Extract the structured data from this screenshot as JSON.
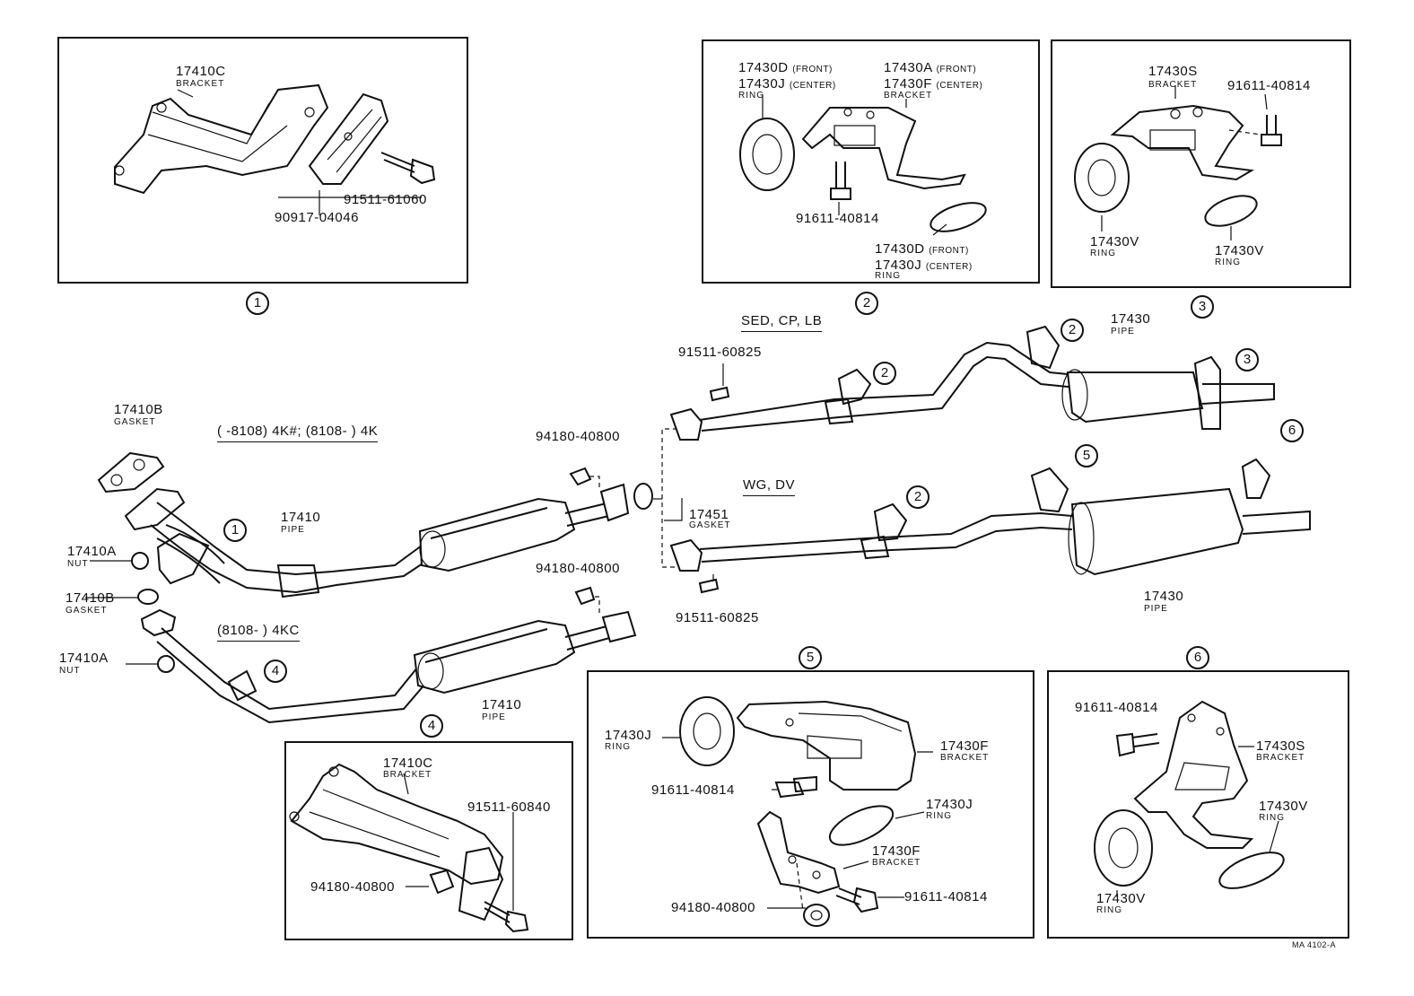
{
  "boxes": {
    "b1": {
      "index": "1",
      "labels": {
        "bracket_no": "17410C",
        "bracket_desc": "BRACKET",
        "bolt": "91511-61060",
        "cushion": "90917-04046"
      }
    },
    "b2": {
      "index": "2",
      "labels": {
        "ring_front": "17430D",
        "ring_front_tag": "(FRONT)",
        "ring_center": "17430J",
        "ring_center_tag": "(CENTER)",
        "ring_desc": "RING",
        "br_front": "17430A",
        "br_front_tag": "(FRONT)",
        "br_center": "17430F",
        "br_center_tag": "(CENTER)",
        "br_desc": "BRACKET",
        "bolt": "91611-40814",
        "ring2_front": "17430D",
        "ring2_front_tag": "(FRONT)",
        "ring2_center": "17430J",
        "ring2_center_tag": "(CENTER)",
        "ring2_desc": "RING"
      }
    },
    "b3": {
      "index": "3",
      "labels": {
        "bracket_no": "17430S",
        "bracket_desc": "BRACKET",
        "bolt": "91611-40814",
        "ring_l": "17430V",
        "ring_l_desc": "RING",
        "ring_r": "17430V",
        "ring_r_desc": "RING"
      }
    },
    "b4": {
      "index": "4",
      "labels": {
        "bracket_no": "17410C",
        "bracket_desc": "BRACKET",
        "bolt": "91511-60840",
        "nut": "94180-40800"
      }
    },
    "b5": {
      "index": "5",
      "labels": {
        "ring_top": "17430J",
        "ring_top_desc": "RING",
        "bracket_top": "17430F",
        "bracket_top_desc": "BRACKET",
        "bolt_top": "91611-40814",
        "ring_mid": "17430J",
        "ring_mid_desc": "RING",
        "bracket_bot": "17430F",
        "bracket_bot_desc": "BRACKET",
        "bolt_bot": "91611-40814",
        "nut": "94180-40800"
      }
    },
    "b6": {
      "index": "6",
      "labels": {
        "bolt": "91611-40814",
        "bracket_no": "17430S",
        "bracket_desc": "BRACKET",
        "ring_r": "17430V",
        "ring_r_desc": "RING",
        "ring_l": "17430V",
        "ring_l_desc": "RING"
      }
    }
  },
  "main": {
    "gasket_top": "17410B",
    "gasket_top_desc": "GASKET",
    "range_4k": "(        -8108) 4K#; (8108-          ) 4K",
    "nut_a": "17410A",
    "nut_a_desc": "NUT",
    "gasket_b": "17410B",
    "gasket_b_desc": "GASKET",
    "nut_a2": "17410A",
    "nut_a2_desc": "NUT",
    "pipe_a": "17410",
    "pipe_a_desc": "PIPE",
    "range_4kc": "(8108-          ) 4KC",
    "pipe_b": "17410",
    "pipe_b_desc": "PIPE",
    "nut_top": "94180-40800",
    "nut_mid": "94180-40800",
    "gasket_c": "17451",
    "gasket_c_desc": "GASKET",
    "variant_sed": "SED, CP, LB",
    "bolt_sed": "91511-60825",
    "tail_sed": "17430",
    "tail_sed_desc": "PIPE",
    "variant_wg": "WG, DV",
    "bolt_wg": "91511-60825",
    "tail_wg": "17430",
    "tail_wg_desc": "PIPE",
    "callouts": {
      "c1": "1",
      "c2a": "2",
      "c2b": "2",
      "c3": "3",
      "c2c": "2",
      "c5": "5",
      "c6": "6",
      "c4": "4"
    },
    "fig_code": "MA 4102-A"
  }
}
